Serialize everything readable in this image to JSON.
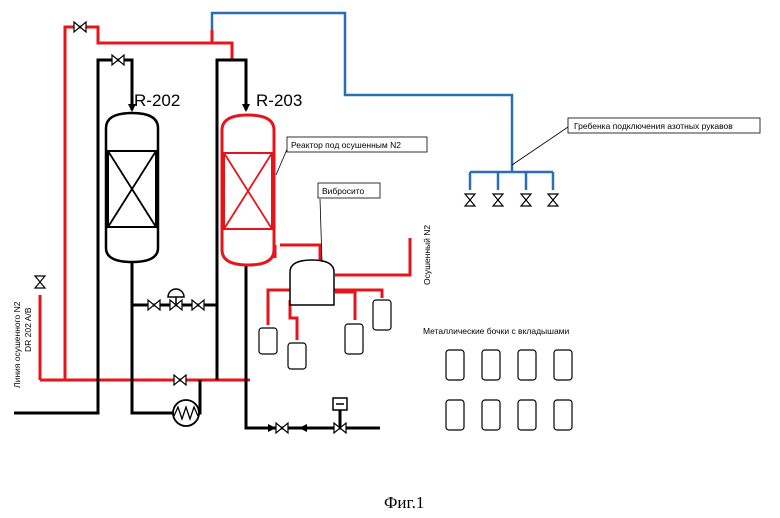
{
  "labels": {
    "r202": "R-202",
    "r203": "R-203",
    "reactor_n2": "Реактор под осушенным N2",
    "comb": "Гребенка подключения азотных рукавов",
    "vibrosito": "Вибросито",
    "dried_n2": "Осушенный N2",
    "n2_line_1": "Линия осушенного N2",
    "n2_line_2": "DR 202 A/B",
    "barrels": "Металлические бочки с вкладышами",
    "figure": "Фиг.1"
  },
  "colors": {
    "red_line": "#e8141c",
    "blue_line": "#2a6fb5",
    "black_line": "#000000"
  }
}
